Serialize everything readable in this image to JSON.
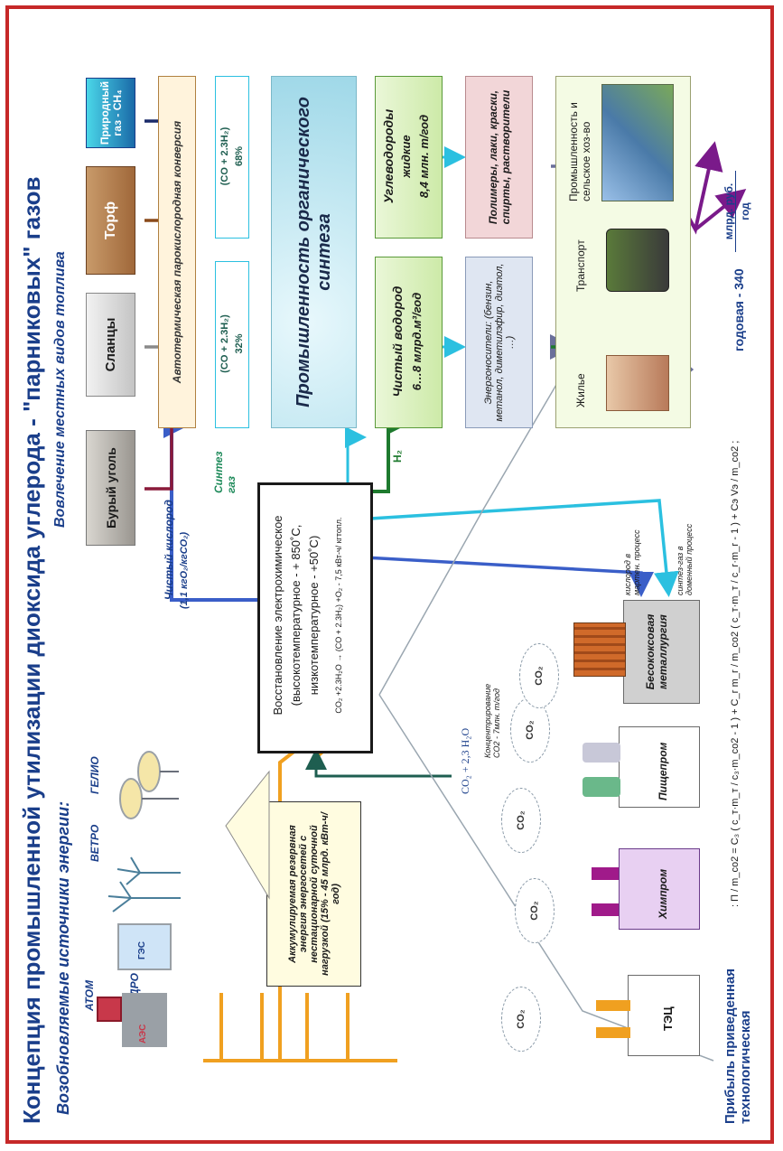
{
  "title": "Концепция промышленной утилизации диоксида углерода - \"парниковых\" газов",
  "renewables": {
    "heading": "Возобновляемые источники энергии:",
    "sources": [
      "АТОМ",
      "ГИДРО",
      "ВЕТРО",
      "ГЕЛИО"
    ],
    "npp_label": "АЭС",
    "hpp_label": "ГЭС"
  },
  "reserve_box": "Аккумулируемая резервная энергия энергосетей с нестационарной суточной нагрузкой (15% - 45 млрд. кВт-ч/год)",
  "local_fuels": {
    "heading": "Вовлечение местных видов топлива",
    "items": [
      "Бурый уголь",
      "Сланцы",
      "Торф",
      "Природный газ - CH₄"
    ]
  },
  "conversion": "Автотермическая парокислородная конверсия",
  "oxygen": {
    "line1": "Чистый кислород",
    "line2": "(1,1 кгO₂/кгCO₂)"
  },
  "syngas_label": "Синтез газ",
  "syngas": {
    "left_formula": "(CO + 2.3H₂)",
    "left_pct": "32%",
    "right_formula": "(CO + 2.3H₂)",
    "right_pct": "68%"
  },
  "synthesis": "Промышленность органического синтеза",
  "reduction": {
    "title": "Восстановление электрохимическое",
    "line2": "(высокотемпературное - + 850˚С,",
    "line3": "низкотемпературное - +50˚С)",
    "equation": "CO₂ +2.3H₂O → (CO + 2.3H₂) +O₂ - 7,5 кВт-ч/ кгтопл."
  },
  "h2_label": "H₂",
  "co2_water": "CO₂ + 2,3 H₂O",
  "hydrogen": {
    "line1": "Чистый водород",
    "line2": "6…8 млрд.м³/год"
  },
  "hydrocarbons": {
    "line1": "Углеводороды",
    "line2": "жидкие",
    "line3": "8,4 млн. т/год"
  },
  "energy_carriers": "Энергоносители: (бензин, метанол, диметилэфир, диэтол, …)",
  "polymers": "Полимеры, лаки, краски, спирты, растворители",
  "consumers": [
    "Жилье",
    "Транспорт",
    "Промышленность и сельское хоз-во"
  ],
  "concentration": "Концентрирование CO2 - 7млн. т/год",
  "co2_cloud": "CO₂",
  "plants": [
    "ТЭЦ",
    "Химпром",
    "Пищепром",
    "Бесококсовая металлургия"
  ],
  "oxygen_to_plant": "кислород в мартен. процесс",
  "syngas_to_plant": "синтез-газ в доменный процесс",
  "profit": {
    "label": "Прибыль приведенная технологическая",
    "formula": ": П / m_co2 = С₃ ( c_т·m_т / c₃·m_co2 - 1 ) + С_г m_г / m_co2 ( c_т·m_т / c_г·m_г - 1 ) + Сэ Vэ / m_co2 ;",
    "annual": "годовая - 340",
    "unit_num": "млрд. руб.",
    "unit_den": "год"
  },
  "colors": {
    "frame": "#c62828",
    "title": "#1a3e8a",
    "orange": "#f0a020",
    "blue_line": "#3a5ec8",
    "cyan_line": "#2bc0e0",
    "green_line": "#1e7a2e",
    "purple": "#7a1a8a",
    "dark_red": "#8a1a3a"
  }
}
